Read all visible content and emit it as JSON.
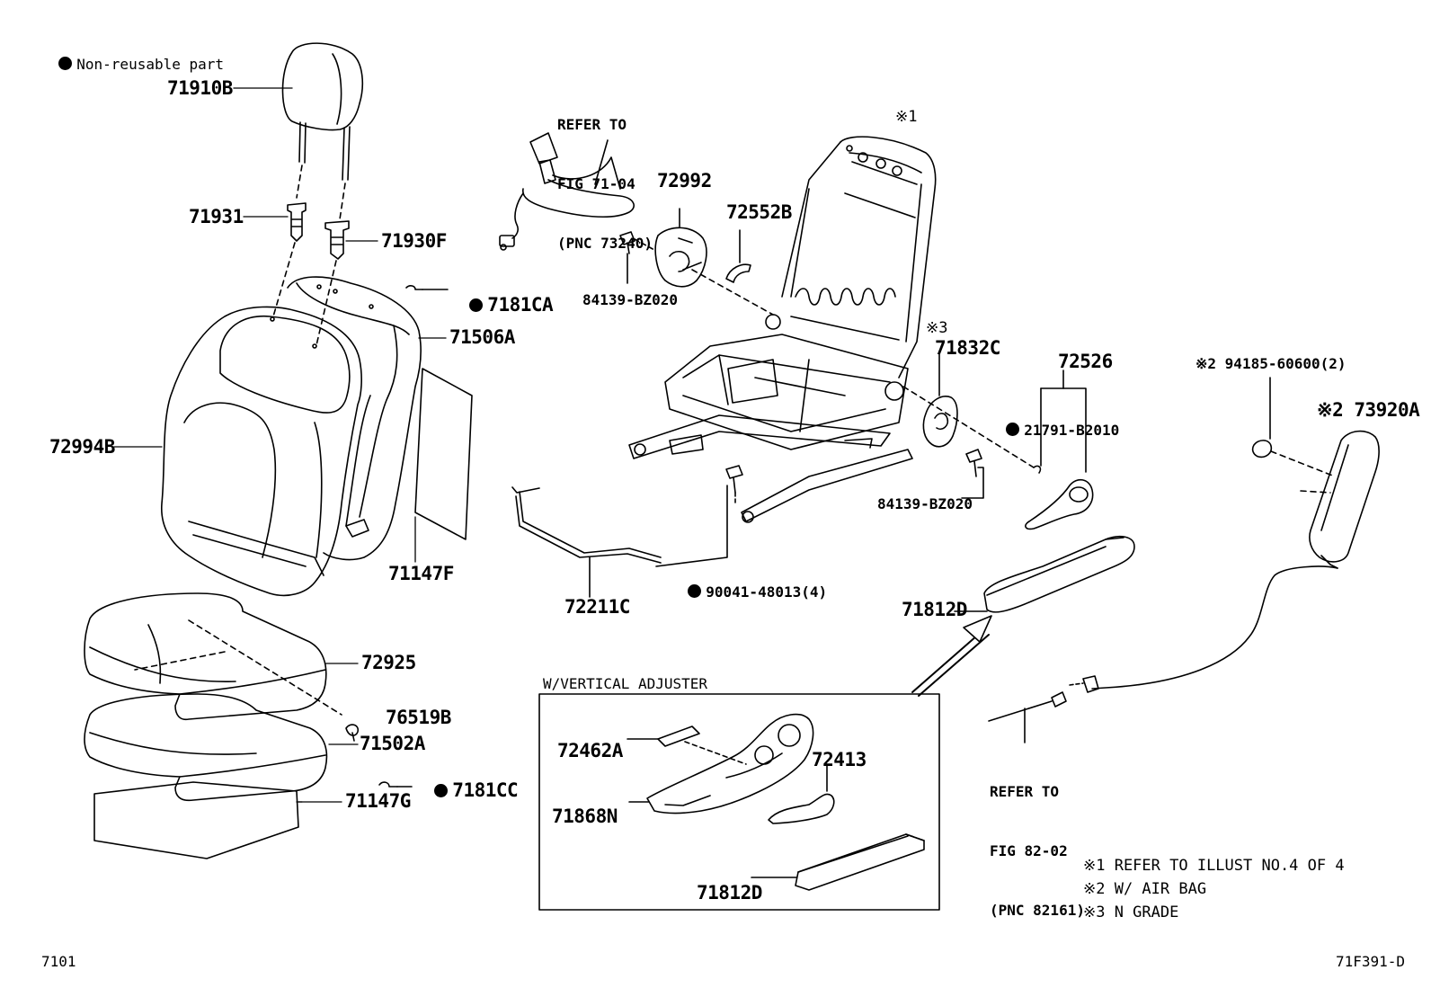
{
  "legend_top": "Non-reusable part",
  "labels": {
    "p71910B": "71910B",
    "p71931": "71931",
    "p71930F": "71930F",
    "p7181CA": "7181CA",
    "p71506A": "71506A",
    "p72994B": "72994B",
    "p71147F": "71147F",
    "p72925": "72925",
    "p76519B": "76519B",
    "p71502A": "71502A",
    "p7181CC": "7181CC",
    "p71147G": "71147G",
    "ref1_line1": "REFER TO",
    "ref1_line2": "FIG 71-04",
    "ref1_line3": "(PNC 73240)",
    "p72992": "72992",
    "p84139a": "84139-BZ020",
    "p72552B": "72552B",
    "note1_mark": "※1",
    "note3_mark": "※3",
    "p71832C": "71832C",
    "p72526": "72526",
    "p21791": "21791-B2010",
    "p84139b": "84139-BZ020",
    "p90041": "90041-48013(4)",
    "p72211C": "72211C",
    "p94185": "※2 94185-60600(2)",
    "p73920A": "※2 73920A",
    "p71812D_top": "71812D",
    "ref2_line1": "REFER TO",
    "ref2_line2": "FIG 82-02",
    "ref2_line3": "(PNC 82161)",
    "inset_title": "W/VERTICAL ADJUSTER",
    "p72462A": "72462A",
    "p72413": "72413",
    "p71868N": "71868N",
    "p71812D_inset": "71812D"
  },
  "notes": [
    "※1 REFER TO ILLUST NO.4 OF 4",
    "※2 W/ AIR BAG",
    "※3 N GRADE"
  ],
  "footer": {
    "left": "7101",
    "right": "71F391-D"
  }
}
